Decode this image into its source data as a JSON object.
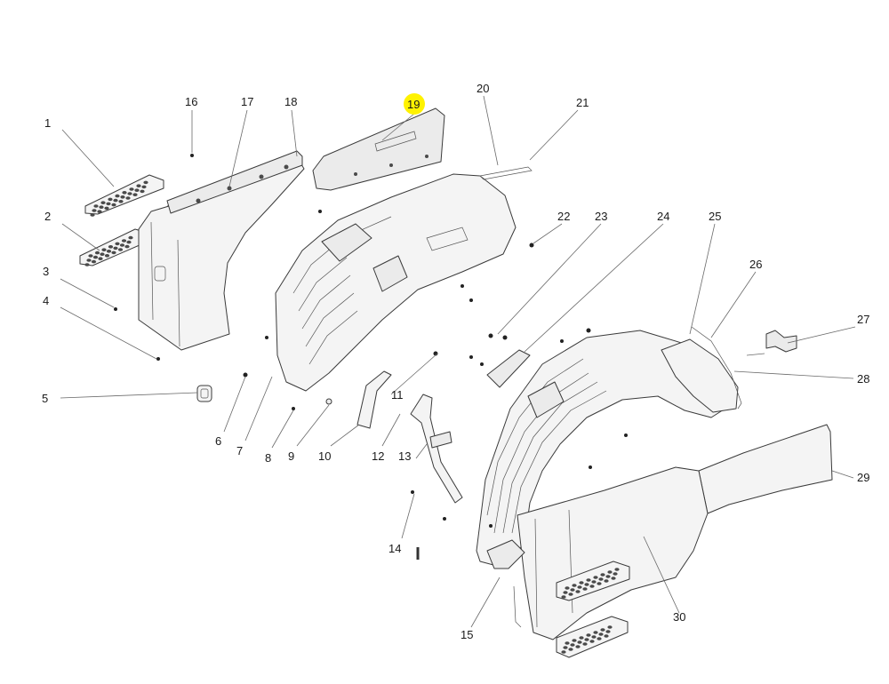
{
  "diagram": {
    "highlight_color": "#fff200",
    "highlighted_callout": "19",
    "callouts": [
      {
        "id": "c1",
        "text": "1"
      },
      {
        "id": "c2",
        "text": "2"
      },
      {
        "id": "c3",
        "text": "3"
      },
      {
        "id": "c4",
        "text": "4"
      },
      {
        "id": "c5",
        "text": "5"
      },
      {
        "id": "c6",
        "text": "6"
      },
      {
        "id": "c7",
        "text": "7"
      },
      {
        "id": "c8",
        "text": "8"
      },
      {
        "id": "c9",
        "text": "9"
      },
      {
        "id": "c10",
        "text": "10"
      },
      {
        "id": "c11",
        "text": "11"
      },
      {
        "id": "c12",
        "text": "12"
      },
      {
        "id": "c13",
        "text": "13"
      },
      {
        "id": "c14",
        "text": "14"
      },
      {
        "id": "c15",
        "text": "15"
      },
      {
        "id": "c16",
        "text": "16"
      },
      {
        "id": "c17",
        "text": "17"
      },
      {
        "id": "c18",
        "text": "18"
      },
      {
        "id": "c19",
        "text": "19"
      },
      {
        "id": "c20",
        "text": "20"
      },
      {
        "id": "c21",
        "text": "21"
      },
      {
        "id": "c22",
        "text": "22"
      },
      {
        "id": "c23",
        "text": "23"
      },
      {
        "id": "c24",
        "text": "24"
      },
      {
        "id": "c25",
        "text": "25"
      },
      {
        "id": "c26",
        "text": "26"
      },
      {
        "id": "c27",
        "text": "27"
      },
      {
        "id": "c28",
        "text": "28"
      },
      {
        "id": "c29",
        "text": "29"
      },
      {
        "id": "c30",
        "text": "30"
      }
    ]
  }
}
